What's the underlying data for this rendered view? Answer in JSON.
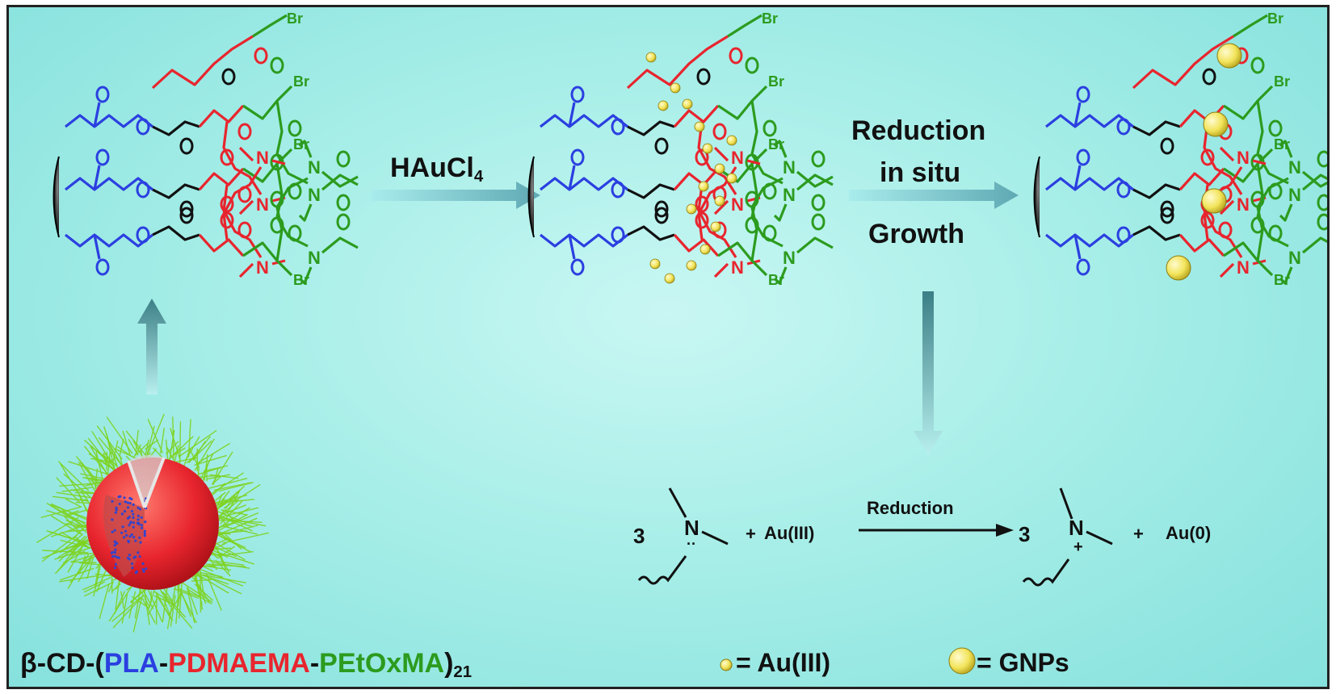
{
  "arrows": {
    "first_reagent": "HAuCl",
    "first_reagent_sub": "4",
    "second_line1": "Reduction",
    "second_line2": "in situ",
    "second_line3": "Growth"
  },
  "equation": {
    "coef_left": "3",
    "atom_left": "N",
    "lone_pair": "··",
    "plus1": "+",
    "au_iii": "Au(III)",
    "arrow_label": "Reduction",
    "coef_right": "3",
    "atom_right": "N",
    "charge": "+",
    "plus2": "+",
    "au_0": "Au(0)"
  },
  "legend": {
    "au_iii_label": "= Au(III)",
    "gnps_label": "= GNPs"
  },
  "formula": {
    "prefix": "β-CD-(",
    "pla": "PLA",
    "dash1": "-",
    "pdmaema": "PDMAEMA",
    "dash2": "-",
    "petoxma": "PEtOxMA",
    "suffix": ")",
    "subscript": "21"
  },
  "structure_atoms": {
    "br": "Br",
    "o": "O",
    "n": "N"
  },
  "colors": {
    "pla": "#2b3fe0",
    "pdmaema": "#e8252e",
    "petoxma": "#2c9b1e",
    "backbone": "#111111",
    "gold": "#f2e45a"
  }
}
